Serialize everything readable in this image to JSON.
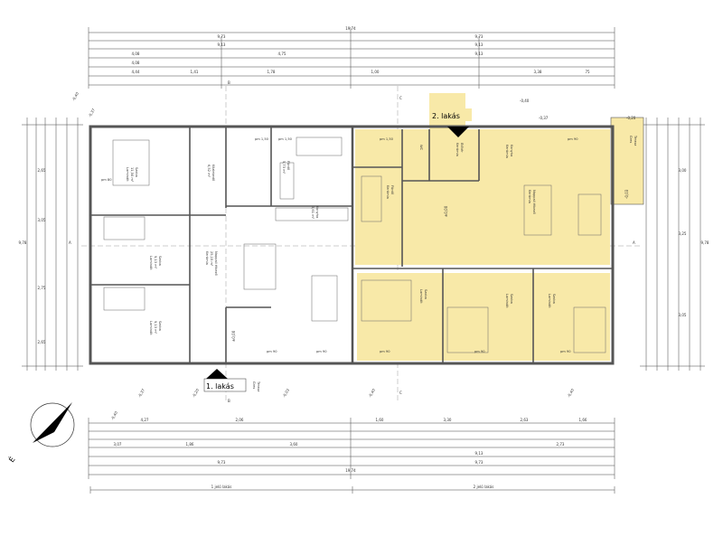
{
  "colors": {
    "apt2_fill": "#f8e9a8",
    "wall": "#555555",
    "line": "#444444",
    "paper": "#ffffff"
  },
  "dimensions": {
    "total_width": "19,74",
    "halves": [
      "9,73",
      "9,73"
    ],
    "top_row": [
      "9,13",
      "9,13"
    ],
    "top_row_parts": [
      "4,08",
      "4,75",
      "4,08",
      "9,13"
    ],
    "top_details": [
      "4,44",
      "1,41",
      "1,78",
      "1,00",
      "3,38",
      "75"
    ],
    "bottom_a": [
      "4,27",
      "2,06",
      "1,60",
      "3,30",
      "2,63",
      "1,66"
    ],
    "bottom_b": [
      "3,07",
      "1,86",
      "3,60",
      "9,13",
      "2,73"
    ],
    "bottom_c": [
      "9,73",
      "9,73"
    ],
    "left_side": [
      "2,65",
      "3,05",
      "2,75",
      "2,65"
    ],
    "right_side": [
      "3,00",
      "3,25",
      "3,05"
    ],
    "height": "9,78"
  },
  "levels": [
    "-0,40",
    "-0,37",
    "-0,20",
    "±0,00",
    "-0,03",
    "-0,37",
    "-0,40",
    "-0,20",
    "-0,03",
    "±0,00"
  ],
  "rooms_apt1": [
    {
      "title": "1. lakás",
      "name": "Szoba",
      "area": "11,50 m²",
      "floor": "Laminált"
    },
    {
      "title": "1. lakás",
      "name": "Szoba",
      "area": "9,13 m²",
      "floor": "Laminált"
    },
    {
      "title": "1. lakás",
      "name": "Szoba",
      "area": "9,13 m²",
      "floor": "Laminált"
    },
    {
      "title": "1. lakás",
      "name": "Nappali étkező",
      "area": "25,15 m²",
      "floor": "Kerámia"
    },
    {
      "title": "1. lakás",
      "name": "Közlekedő",
      "area": "6,52 m²",
      "floor": "Kerámia"
    },
    {
      "title": "1. lakás",
      "name": "Fürdő",
      "area": "5,73 m²",
      "floor": "Kerámia"
    },
    {
      "title": "1. lakás",
      "name": "Konyha",
      "area": "3,61 m²",
      "floor": "Kerámia"
    },
    {
      "title": "1. lakás",
      "name": "Terasz",
      "area": "",
      "floor": "Gres"
    }
  ],
  "rooms_apt2": [
    {
      "title": "2. lakás",
      "name": "Fürdő",
      "area": "",
      "floor": "Kerámia"
    },
    {
      "title": "2. lakás",
      "name": "WC",
      "area": "",
      "floor": "Kerámia"
    },
    {
      "title": "2. lakás",
      "name": "Előtér",
      "area": "",
      "floor": "Kerámia"
    },
    {
      "title": "2. lakás",
      "name": "Konyha",
      "area": "",
      "floor": "Kerámia"
    },
    {
      "title": "2. lakás",
      "name": "Nappali étkező",
      "area": "",
      "floor": "Kerámia"
    },
    {
      "title": "2. lakás",
      "name": "Szoba",
      "area": "",
      "floor": "Laminált"
    },
    {
      "title": "2. lakás",
      "name": "Szoba",
      "area": "",
      "floor": "Laminált"
    },
    {
      "title": "2. lakás",
      "name": "Szoba",
      "area": "",
      "floor": "Laminált"
    },
    {
      "title": "2. lakás",
      "name": "Terasz",
      "area": "",
      "floor": "Gres"
    }
  ],
  "entrance_labels": [
    "1. lakás",
    "2. lakás"
  ],
  "section_marks": [
    "A",
    "A",
    "B",
    "B",
    "C",
    "C"
  ],
  "window_marks": [
    "pm 90",
    "pm 1,50",
    "pm 1,50",
    "pm 90",
    "pm 90",
    "pm 1,50",
    "pm 90",
    "pm 90",
    "pm 90",
    "pm 90",
    "pm 80",
    "pm 80"
  ],
  "bottom_legend": [
    "1 jelű lakás",
    "2 jelű lakás"
  ],
  "north_mark": "É"
}
